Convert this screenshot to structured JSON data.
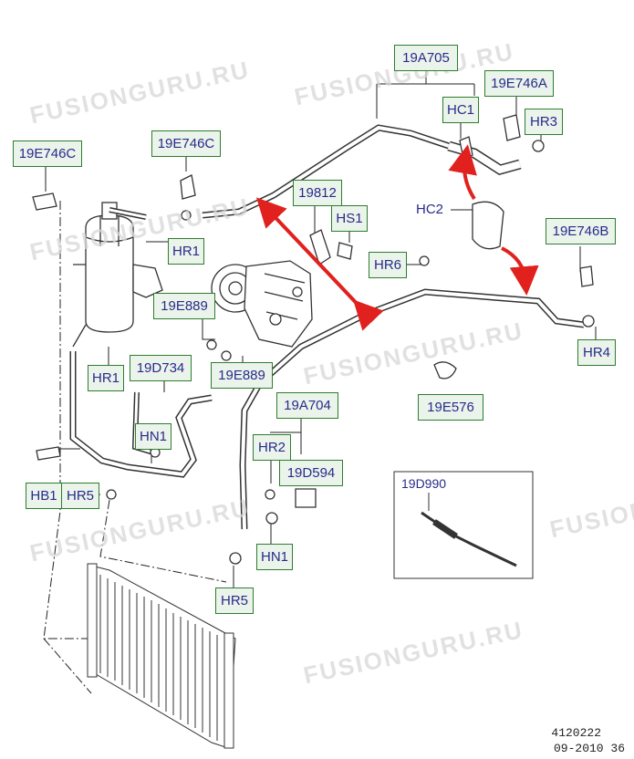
{
  "watermark_text": "FUSIONGURU.RU",
  "callouts": {
    "c19A705": "19A705",
    "c19E746A": "19E746A",
    "c19E746C_top": "19E746C",
    "c19E746C_left": "19E746C",
    "cHC1": "HC1",
    "cHR3": "HR3",
    "c19812": "19812",
    "cHS1": "HS1",
    "cHC2": "HC2",
    "c19E746B": "19E746B",
    "cHR1_top": "HR1",
    "cHR6": "HR6",
    "c19E889_a": "19E889",
    "c19E889_b": "19E889",
    "cHR4": "HR4",
    "cHR1_bottom": "HR1",
    "c19D734": "19D734",
    "c19A704": "19A704",
    "c19E576": "19E576",
    "cHN1_left": "HN1",
    "cHR2": "HR2",
    "c19D594": "19D594",
    "cHB1": "HB1",
    "cHR5_left": "HR5",
    "c19D990": "19D990",
    "cHN1_right": "HN1",
    "cHR5_bottom": "HR5"
  },
  "footer": {
    "diagram_number": "4120222",
    "date_code": "09-2010 36"
  },
  "colors": {
    "callout_border": "#2e7d2e",
    "callout_fill": "#eaf4ea",
    "label_text": "#2a2a8c",
    "arrow_red": "#e0211d"
  }
}
